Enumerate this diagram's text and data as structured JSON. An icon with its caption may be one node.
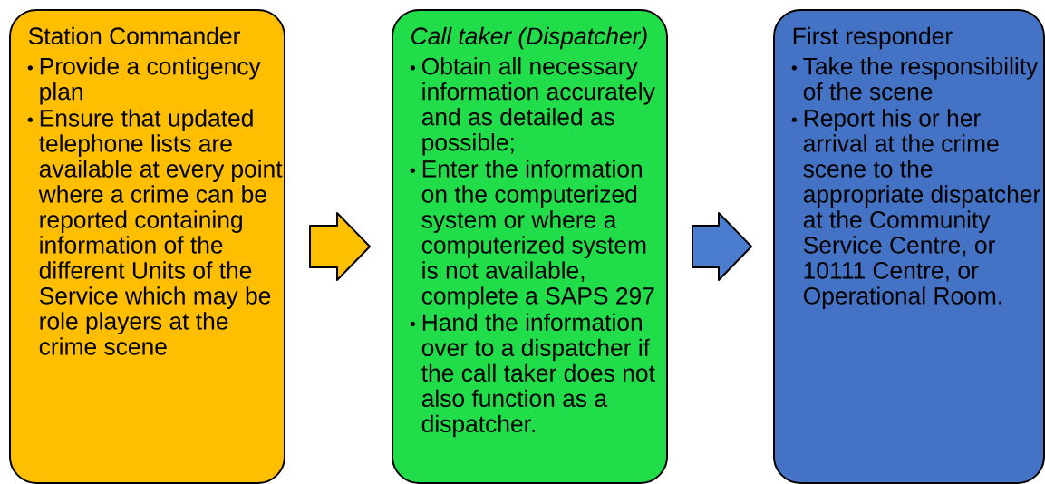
{
  "diagram": {
    "nodes": [
      {
        "text": [
          "Station Commander",
          "Provide a contigency plan",
          "Ensure that updated telephone lists are available at every point where a crime can be reported containing information of the different Units of the Service which may be role players at the crime scene"
        ]
      },
      {
        "text": [
          "Call taker (Dispatcher)",
          "Obtain all necessary information accurately and as detailed as possible;",
          "Enter the information on the computerized system or where a computerized system is not available, complete a SAPS 297",
          "Hand the information over to a dispatcher if the call taker does not also function as a dispatcher."
        ]
      },
      {
        "text": [
          "First responder",
          "Take the responsibility of the scene",
          "Report his or her arrival at the crime scene to the appropriate dispatcher at the Community Service Centre, or 10111 Centre, or Operational Room."
        ]
      }
    ],
    "edges": [
      {
        "from": 0,
        "to": 1,
        "arrow": "to",
        "color": "#ffc000"
      },
      {
        "from": 1,
        "to": 2,
        "arrow": "to",
        "color": "#4a7dd0"
      }
    ]
  }
}
